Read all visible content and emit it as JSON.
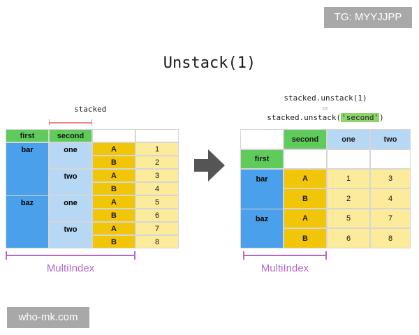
{
  "watermarks": {
    "top_right": "TG: MYYJJPP",
    "bottom_left": "who-mk.com"
  },
  "title": "Unstack(1)",
  "left": {
    "annotation": "stacked",
    "headers": [
      "first",
      "second"
    ],
    "first_labels": [
      "bar",
      "baz"
    ],
    "second_labels": [
      "one",
      "two",
      "one",
      "two"
    ],
    "inner_labels": [
      "A",
      "B",
      "A",
      "B",
      "A",
      "B",
      "A",
      "B"
    ],
    "values": [
      "1",
      "2",
      "3",
      "4",
      "5",
      "6",
      "7",
      "8"
    ],
    "brace_label": "MultiIndex"
  },
  "right": {
    "code_line1": "stacked.unstack(1)",
    "or_word": "or",
    "code_line2_pre": "stacked.unstack(",
    "code_line2_arg": "'second'",
    "code_line2_post": ")",
    "col_header": "second",
    "col_labels": [
      "one",
      "two"
    ],
    "row_header": "first",
    "first_labels": [
      "bar",
      "baz"
    ],
    "inner_labels": [
      "A",
      "B",
      "A",
      "B"
    ],
    "values": [
      [
        "1",
        "3"
      ],
      [
        "2",
        "4"
      ],
      [
        "5",
        "7"
      ],
      [
        "6",
        "8"
      ]
    ],
    "brace_label": "MultiIndex"
  },
  "colors": {
    "green": "#5ecb5a",
    "light_blue": "#b6d8f5",
    "blue": "#4aa0ea",
    "yellow": "#f1c508",
    "pale_yellow": "#fbeb9a",
    "purple": "#b469c8",
    "arrow": "#555555"
  },
  "icons": {
    "arrow": "right-arrow-icon"
  }
}
